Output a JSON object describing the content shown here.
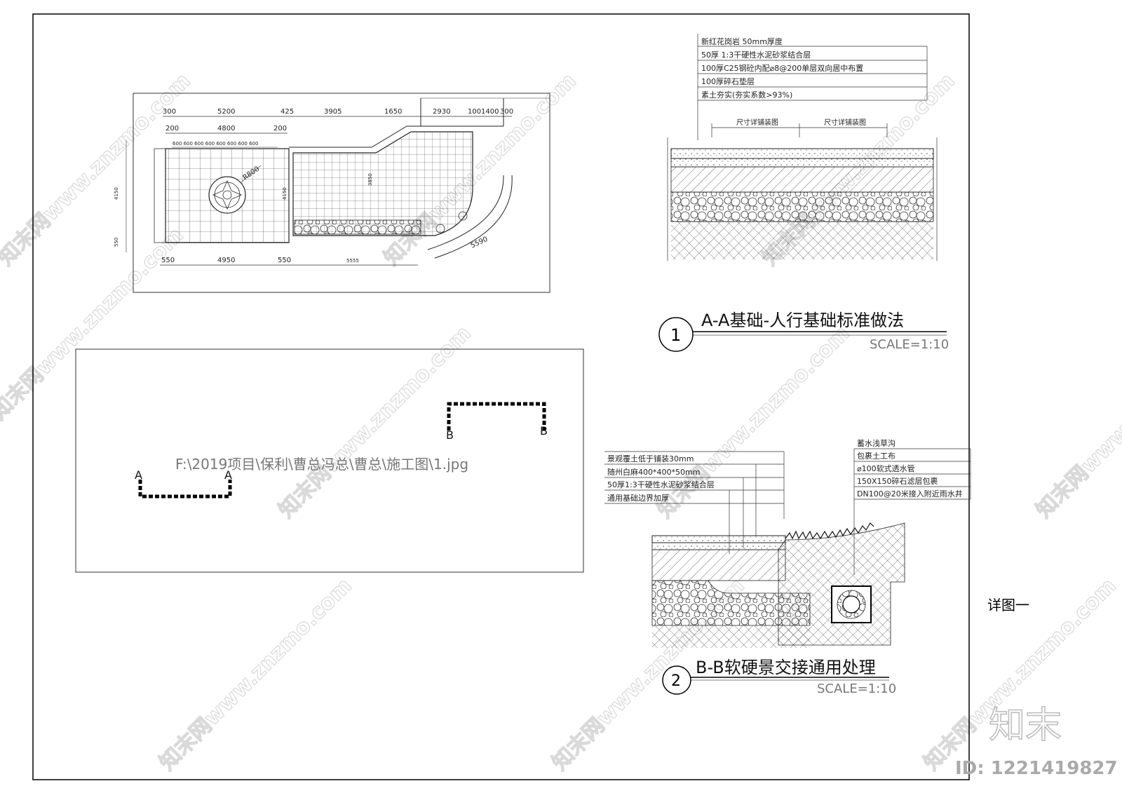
{
  "watermark": "知末网www.znzmo.com",
  "plan": {
    "dims_top_1": [
      "300",
      "5200",
      "425",
      "3905",
      "1650",
      "2930",
      "100",
      "1400",
      "300"
    ],
    "dims_top_2": [
      "200",
      "4800",
      "200"
    ],
    "dims_top_3": "600 600 600 600 600 600 600 600",
    "dims_bottom": [
      "550",
      "4950",
      "550",
      "5555"
    ],
    "radius_label": "R800",
    "dims_left": [
      "4150",
      "550"
    ],
    "dim_inner_1": "3850",
    "dim_inner_2": "4150",
    "dim_arc": "5590"
  },
  "ref_box": {
    "path_text": "F:\\2019项目\\保利\\曹总冯总\\曹总\\施工图\\1.jpg",
    "mark_a": "A",
    "mark_b": "B"
  },
  "detail1": {
    "number": "1",
    "title": "A-A基础-人行基础标准做法",
    "scale": "SCALE=1:10",
    "layers": [
      "新红花岗岩 50mm厚度",
      "50厚 1:3干硬性水泥砂浆结合层",
      "100厚C25钢砼内配⌀8@200单层双向居中布置",
      "100厚碎石垫层",
      "素土夯实(夯实系数>93%)"
    ],
    "dim_note": "尺寸详铺装图"
  },
  "detail2": {
    "number": "2",
    "title": "B-B软硬景交接通用处理",
    "scale": "SCALE=1:10",
    "layers_left": [
      "景观覆土低于铺装30mm",
      "随州白麻400*400*50mm",
      "50厚1:3干硬性水泥砂浆结合层",
      "通用基础边界加厚"
    ],
    "layers_right": [
      "蓄水浅草沟",
      "包裹土工布",
      "⌀100软式透水管",
      "150X150碎石滤层包裹",
      "DN100@20米接入附近雨水井"
    ]
  },
  "side_label": "详图一",
  "logo_text": "知末",
  "id_text": "ID: 1221419827"
}
